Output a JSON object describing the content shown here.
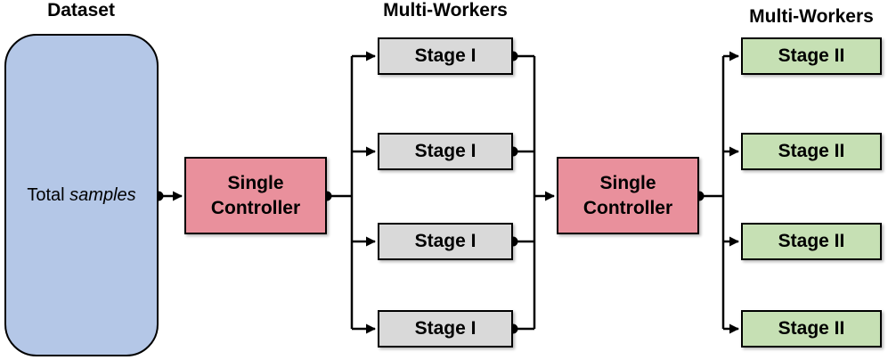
{
  "labels": {
    "dataset_header": "Dataset",
    "stage1_header": "Multi-Workers",
    "stage2_header": "Multi-Workers"
  },
  "dataset": {
    "text_regular": "Total",
    "text_italic": "samples"
  },
  "controllers": {
    "first": "Single Controller",
    "second": "Single Controller"
  },
  "stage1_workers": [
    "Stage I",
    "Stage I",
    "Stage I",
    "Stage I"
  ],
  "stage2_workers": [
    "Stage II",
    "Stage II",
    "Stage II",
    "Stage II"
  ],
  "colors": {
    "dataset_fill": "#b4c7e7",
    "controller_fill": "#e9909c",
    "stage1_fill": "#d9d9d9",
    "stage2_fill": "#c6e0b4",
    "line": "#000000"
  }
}
